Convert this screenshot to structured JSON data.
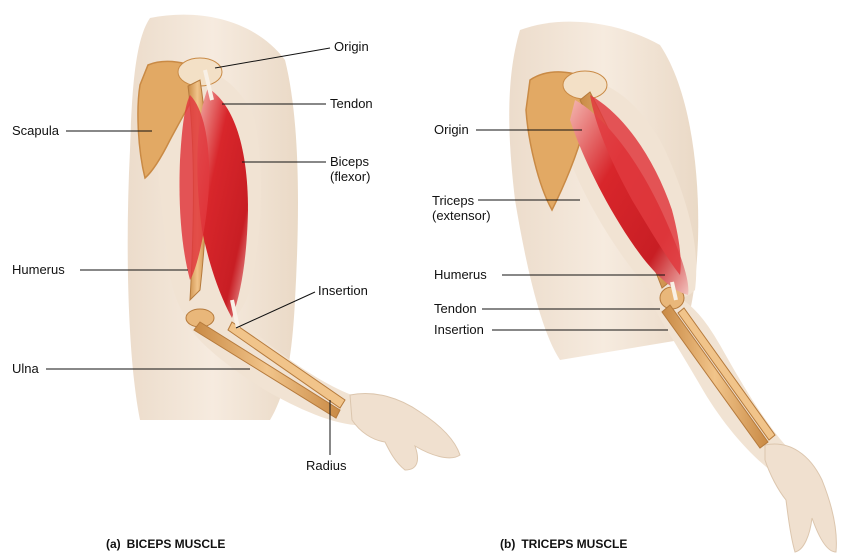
{
  "figure_a": {
    "labels": {
      "origin": "Origin",
      "tendon": "Tendon",
      "scapula": "Scapula",
      "biceps": "Biceps",
      "biceps_role": "(flexor)",
      "humerus": "Humerus",
      "insertion": "Insertion",
      "ulna": "Ulna",
      "radius": "Radius"
    },
    "caption_tag": "(a)",
    "caption": "BICEPS MUSCLE"
  },
  "figure_b": {
    "labels": {
      "origin": "Origin",
      "triceps": "Triceps",
      "triceps_role": "(extensor)",
      "humerus": "Humerus",
      "tendon": "Tendon",
      "insertion": "Insertion"
    },
    "caption_tag": "(b)",
    "caption": "TRICEPS MUSCLE"
  },
  "colors": {
    "skin": "#f3e6d8",
    "skin_shadow": "#e6d3bf",
    "muscle": "#d8262b",
    "muscle_light": "#f0a0a0",
    "bone": "#e9b77a",
    "bone_dark": "#c98a45",
    "scapula": "#e2a964"
  }
}
